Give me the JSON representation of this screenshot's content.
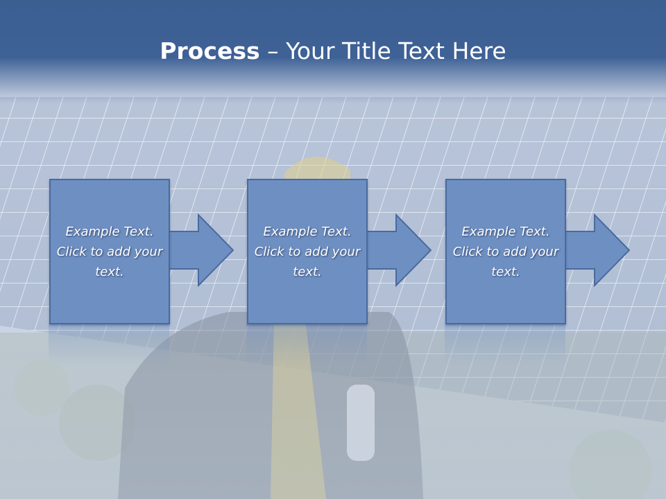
{
  "slide": {
    "title_bold": "Process",
    "title_rest": " – Your Title Text Here"
  },
  "steps": [
    {
      "text": "Example Text. Click  to add your text."
    },
    {
      "text": "Example Text. Click  to add your text."
    },
    {
      "text": "Example Text. Click  to add your text."
    }
  ],
  "colors": {
    "header": "#3e6196",
    "box_fill": "#6e8fc2",
    "box_border": "#4a6a9e",
    "text": "#ffffff"
  }
}
